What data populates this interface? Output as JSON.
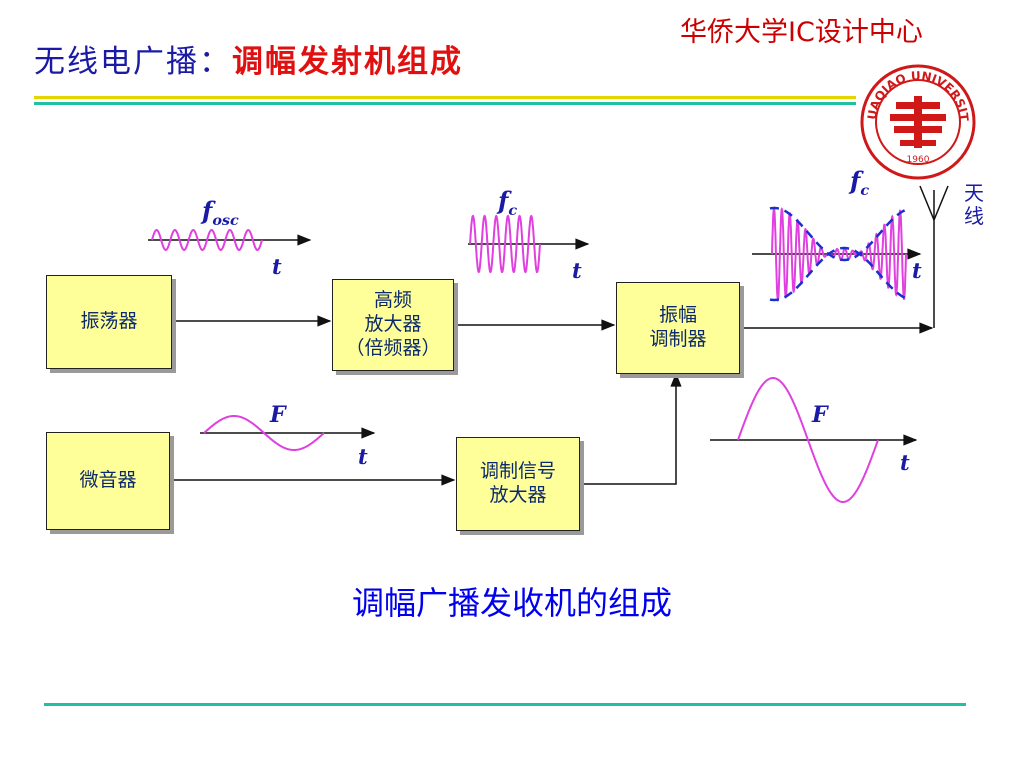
{
  "header": {
    "org": "华侨大学IC设计中心",
    "title_prefix": "无线电广播：",
    "title_main": "调幅发射机组成",
    "logo_text": "HUAQIAO UNIVERSITY",
    "logo_year": "1960"
  },
  "blocks": {
    "oscillator": "振荡器",
    "rf_amp": "高频\n放大器\n（倍频器）",
    "modulator": "振幅\n调制器",
    "microphone": "微音器",
    "audio_amp": "调制信号\n放大器"
  },
  "signals": {
    "f_osc": "f",
    "f_osc_sub": "osc",
    "f_c_1": "f",
    "f_c_1_sub": "c",
    "f_c_2": "f",
    "f_c_2_sub": "c",
    "f_audio_1": "F",
    "f_audio_2": "F",
    "t_label": "t"
  },
  "antenna_label": "天\n线",
  "caption": "调幅广播发收机的组成",
  "colors": {
    "wave": "#e040e0",
    "envelope": "#1a2fcc",
    "box_fill": "#ffff99",
    "label": "#1a1aa6",
    "title_red": "#e01010",
    "caption": "#0000ee"
  }
}
